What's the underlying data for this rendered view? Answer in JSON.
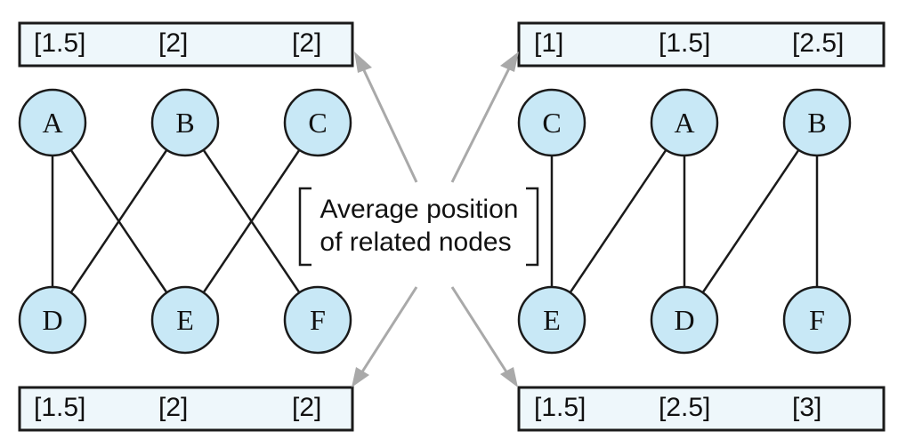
{
  "boxes": {
    "top_left": [
      "[1.5]",
      "[2]",
      "[2]"
    ],
    "top_right": [
      "[1]",
      "[1.5]",
      "[2.5]"
    ],
    "bottom_left": [
      "[1.5]",
      "[2]",
      "[2]"
    ],
    "bottom_right": [
      "[1.5]",
      "[2.5]",
      "[3]"
    ]
  },
  "left_graph": {
    "top_nodes": [
      "A",
      "B",
      "C"
    ],
    "bottom_nodes": [
      "D",
      "E",
      "F"
    ],
    "edges": [
      [
        "A",
        "D"
      ],
      [
        "A",
        "E"
      ],
      [
        "B",
        "D"
      ],
      [
        "B",
        "F"
      ],
      [
        "C",
        "E"
      ]
    ]
  },
  "right_graph": {
    "top_nodes": [
      "C",
      "A",
      "B"
    ],
    "bottom_nodes": [
      "E",
      "D",
      "F"
    ],
    "edges": [
      [
        "C",
        "E"
      ],
      [
        "A",
        "E"
      ],
      [
        "A",
        "D"
      ],
      [
        "B",
        "D"
      ],
      [
        "B",
        "F"
      ]
    ]
  },
  "caption": {
    "line1": "Average position",
    "line2": "of related nodes"
  },
  "colors": {
    "node_fill": "#c8e8f6",
    "box_fill": "#eef7fb",
    "arrow": "#a9a9a9",
    "stroke": "#1a1a1a"
  }
}
